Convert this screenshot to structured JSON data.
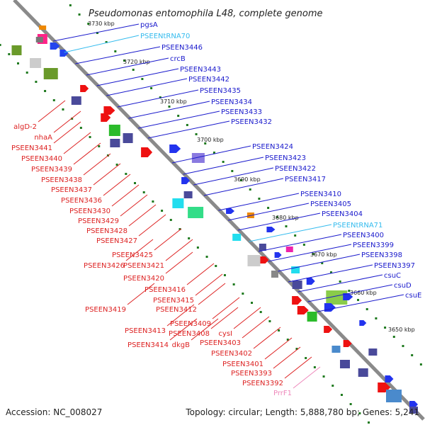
{
  "title": "Pseudomonas entomophila L48, complete genome",
  "footer": {
    "accession": "Accession: NC_008027",
    "summary": "Topology: circular; Length: 5,888,780 bp; Genes: 5,241"
  },
  "ticks": [
    "3730 kbp",
    "3720 kbp",
    "3710 kbp",
    "3700 kbp",
    "3690 kbp",
    "3680 kbp",
    "3670 kbp",
    "3660 kbp",
    "3650 kbp"
  ],
  "colors": {
    "forward_label": "#1a1acc",
    "trna_label": "#33bbee",
    "reverse_label": "#dd2222",
    "ncrna_label": "#ee88bb",
    "backbone": "#888888",
    "gc_dot": "#1f7a1f"
  },
  "forward_labels": [
    "pgsA",
    "PSEENtRNA70",
    "PSEEN3446",
    "crcB",
    "PSEEN3443",
    "PSEEN3442",
    "PSEEN3435",
    "PSEEN3434",
    "PSEEN3433",
    "PSEEN3432",
    "PSEEN3424",
    "PSEEN3423",
    "PSEEN3422",
    "PSEEN3417",
    "PSEEN3410",
    "PSEEN3405",
    "PSEEN3404",
    "PSEENtRNA71",
    "PSEEN3400",
    "PSEEN3399",
    "PSEEN3398",
    "PSEEN3397",
    "csuC",
    "csuD",
    "csuE"
  ],
  "reverse_labels": [
    "algD-2",
    "nhaA",
    "PSEEN3441",
    "PSEEN3440",
    "PSEEN3439",
    "PSEEN3438",
    "PSEEN3437",
    "PSEEN3436",
    "PSEEN3430",
    "PSEEN3429",
    "PSEEN3428",
    "PSEEN3427",
    "PSEEN3425",
    "PSEEN3426",
    "PSEEN3421",
    "PSEEN3420",
    "PSEEN3416",
    "PSEEN3415",
    "PSEEN3419",
    "PSEEN3412",
    "PSEEN3409",
    "PSEEN3413",
    "PSEEN3408",
    "cysI",
    "PSEEN3414",
    "dkgB",
    "PSEEN3403",
    "PSEEN3402",
    "PSEEN3401",
    "PSEEN3393",
    "PSEEN3392",
    "PrrF1"
  ]
}
